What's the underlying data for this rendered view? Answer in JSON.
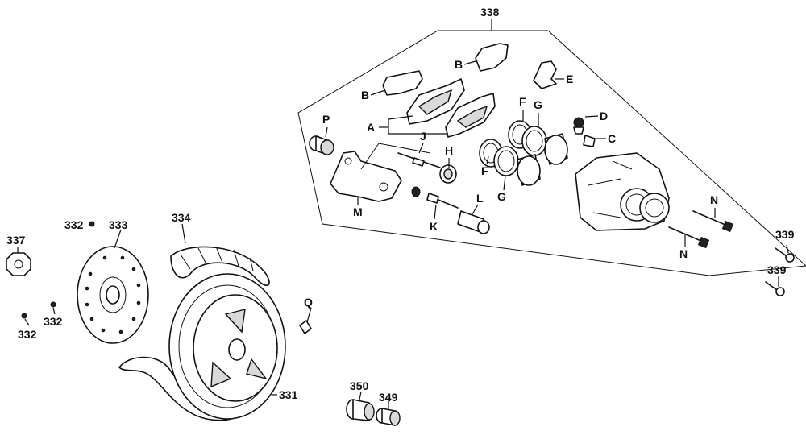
{
  "diagram": {
    "labels": {
      "p338": "338",
      "pA": "A",
      "pB1": "B",
      "pB2": "B",
      "pC": "C",
      "pD": "D",
      "pE": "E",
      "pF1": "F",
      "pF2": "F",
      "pG1": "G",
      "pG2": "G",
      "pH": "H",
      "pJ": "J",
      "pK": "K",
      "pL": "L",
      "pM": "M",
      "pN1": "N",
      "pN2": "N",
      "pP": "P",
      "pQ": "Q",
      "p331": "331",
      "p332a": "332",
      "p332b": "332",
      "p332c": "332",
      "p333": "333",
      "p334": "334",
      "p337": "337",
      "p339a": "339",
      "p339b": "339",
      "p349": "349",
      "p350": "350"
    }
  }
}
